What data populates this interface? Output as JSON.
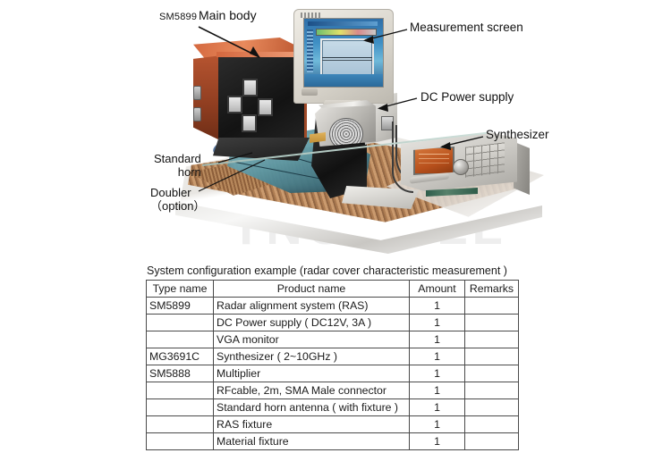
{
  "photo": {
    "watermark": "TNGMALL",
    "labels": {
      "model_code": "SM5899",
      "main_body": "Main body",
      "measurement_screen": "Measurement screen",
      "dc_power_supply": "DC  Power supply",
      "synthesizer": "Synthesizer",
      "standard_horn_line1": "Standard",
      "standard_horn_line2": "horn",
      "doubler_line1": "Doubler",
      "doubler_line2": "（option）"
    }
  },
  "table": {
    "caption": "System configuration example (radar cover characteristic measurement )",
    "headers": [
      "Type name",
      "Product name",
      "Amount",
      "Remarks"
    ],
    "rows": [
      {
        "type": "SM5899",
        "product": "Radar alignment system (RAS)",
        "amount": "1",
        "remarks": ""
      },
      {
        "type": "",
        "product": "DC Power supply ( DC12V, 3A )",
        "amount": "1",
        "remarks": ""
      },
      {
        "type": "",
        "product": "VGA monitor",
        "amount": "1",
        "remarks": ""
      },
      {
        "type": "MG3691C",
        "product": "Synthesizer ( 2~10GHz )",
        "amount": "1",
        "remarks": ""
      },
      {
        "type": "SM5888",
        "product": "Multiplier",
        "amount": "1",
        "remarks": ""
      },
      {
        "type": "",
        "product": "RFcable, 2m, SMA Male connector",
        "amount": "1",
        "remarks": ""
      },
      {
        "type": "",
        "product": "Standard horn antenna ( with fixture )",
        "amount": "1",
        "remarks": ""
      },
      {
        "type": "",
        "product": "RAS fixture",
        "amount": "1",
        "remarks": ""
      },
      {
        "type": "",
        "product": "Material fixture",
        "amount": "1",
        "remarks": ""
      }
    ]
  },
  "colors": {
    "main_body_orange": "#c75f36",
    "radar_cover_teal": "#5f9aa6",
    "synth_display_amber": "#b8501c",
    "monitor_screen_blue": "#3f8fc4",
    "watermark_gray": "#eeeeee",
    "table_border": "#4a4a4a"
  }
}
